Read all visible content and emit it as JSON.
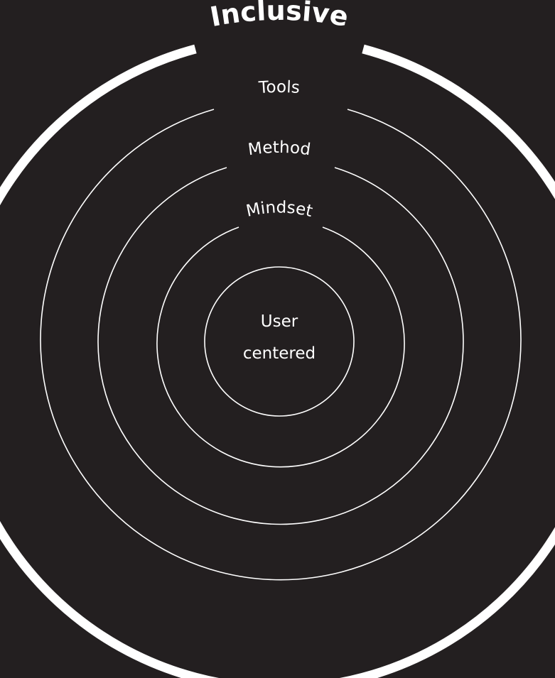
{
  "colors": {
    "background": "#231f20",
    "ring": "#ffffff",
    "text": "#ffffff"
  },
  "rings": [
    {
      "label": "Inclusive"
    },
    {
      "label": "Tools"
    },
    {
      "label": "Method"
    },
    {
      "label": "Mindset"
    }
  ],
  "center": {
    "line1": "User",
    "line2": "centered"
  }
}
